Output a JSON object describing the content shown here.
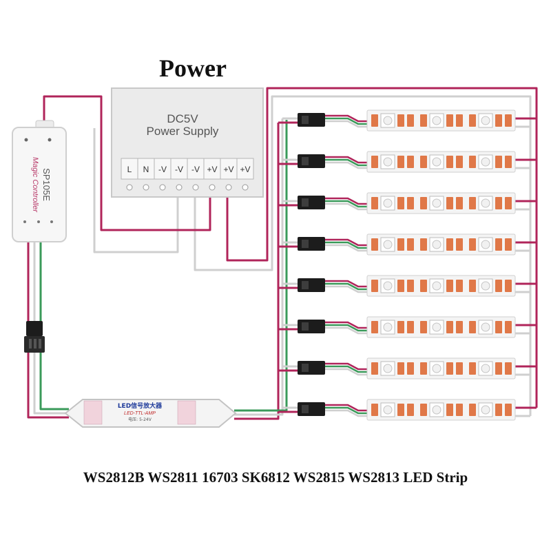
{
  "title": "Power",
  "caption": "WS2812B WS2811 16703 SK6812 WS2815 WS2813 LED Strip",
  "power_supply": {
    "line1": "DC5V",
    "line2": "Power Supply",
    "terminals": [
      "L",
      "N",
      "-V",
      "-V",
      "-V",
      "+V",
      "+V",
      "+V"
    ]
  },
  "controller": {
    "model": "SP105E",
    "name": "Magic Controller"
  },
  "amplifier": {
    "line1": "LED信号放大器",
    "line2": "LED-TTL-AMP",
    "line3": "电压: 5-24V"
  },
  "strip_count": 8,
  "colors": {
    "red_wire": "#b0245a",
    "gray_wire": "#cfcfcf",
    "green_wire": "#3a9a5a",
    "strip_pcb": "#f4f4f4",
    "led_chip": "#e07848",
    "connector": "#1c1c1c"
  }
}
